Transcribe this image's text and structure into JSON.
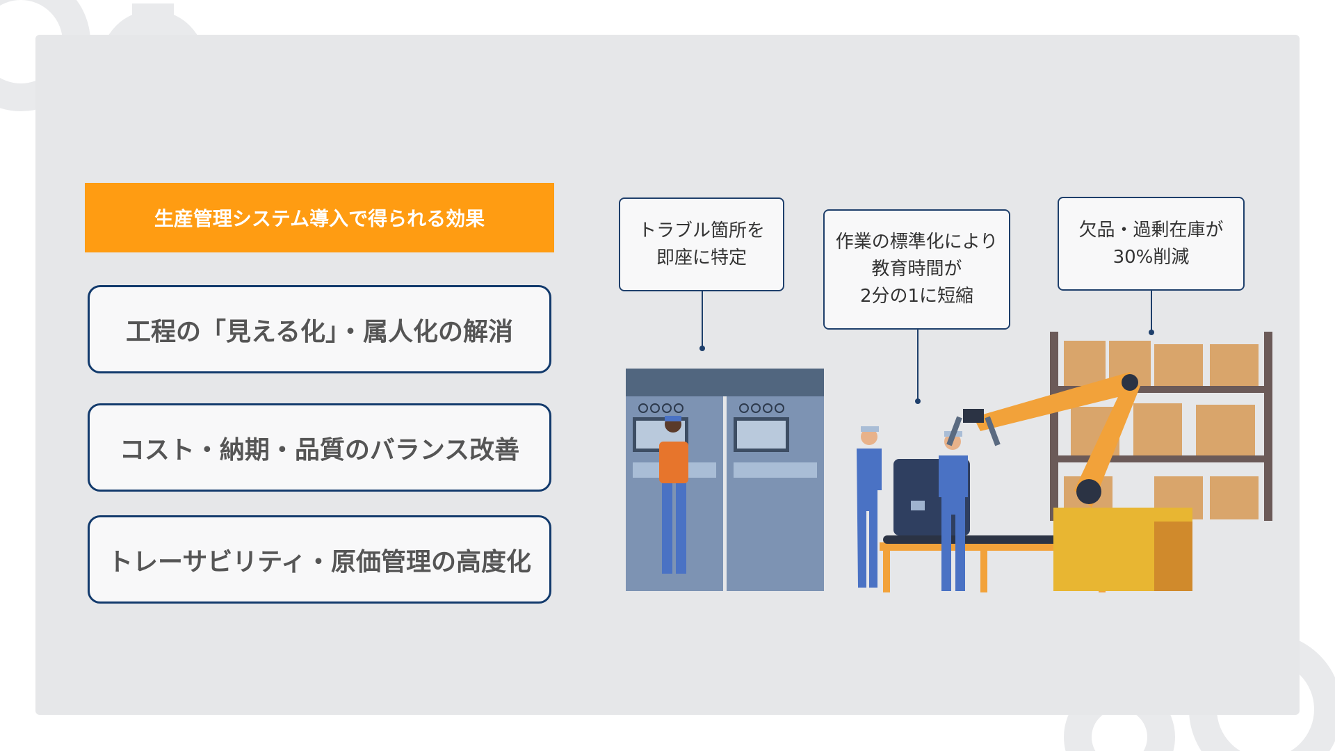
{
  "header": {
    "title": "生産管理システム導入で得られる効果"
  },
  "benefits": [
    "工程の「見える化」・属人化の解消",
    "コスト・納期・品質のバランス改善",
    "トレーサビリティ・原価管理の高度化"
  ],
  "callouts": [
    {
      "lines": [
        "トラブル箇所を",
        "即座に特定"
      ]
    },
    {
      "lines": [
        "作業の標準化により",
        "教育時間が",
        "2分の1に短縮"
      ]
    },
    {
      "lines": [
        "欠品・過剰在庫が",
        "30%削減"
      ]
    }
  ],
  "colors": {
    "accent": "#ff9c12",
    "border": "#123a6c",
    "panel": "#e6e7e9"
  }
}
